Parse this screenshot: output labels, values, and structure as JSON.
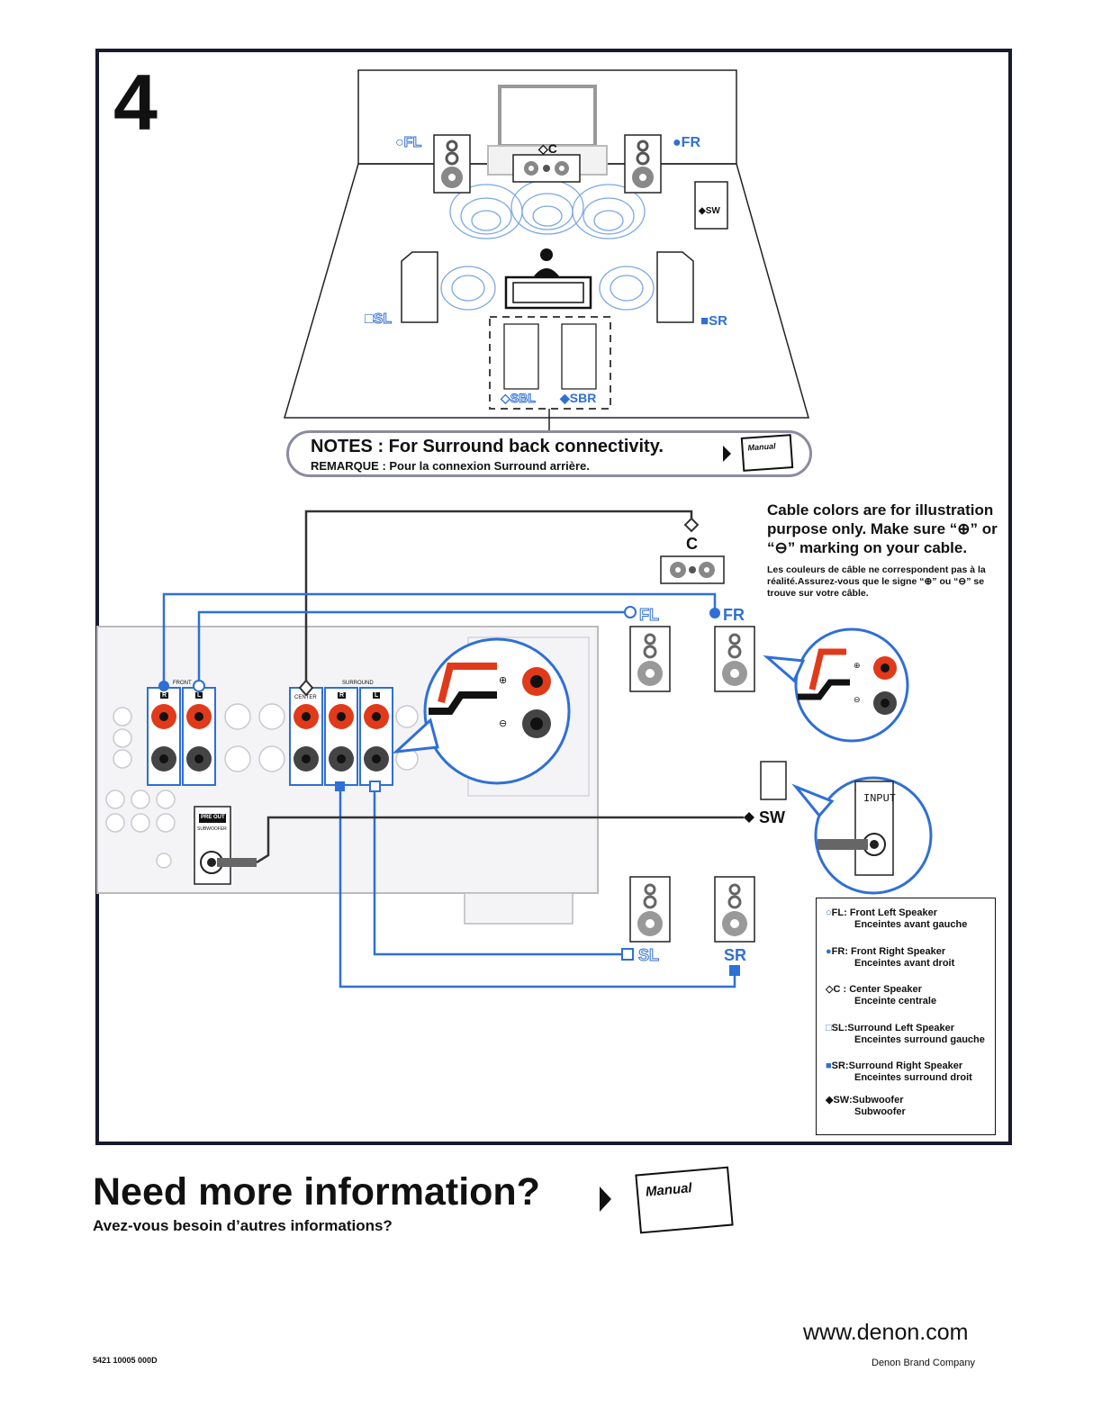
{
  "step_number": "4",
  "room": {
    "labels": {
      "fl": "FL",
      "fr": "FR",
      "c": "C",
      "sw": "SW",
      "sl": "SL",
      "sr": "SR",
      "sbl": "SBL",
      "sbr": "SBR"
    }
  },
  "notes": {
    "title": "NOTES : For Surround back connectivity.",
    "subtitle": "REMARQUE : Pour la connexion Surround arrière.",
    "manual_label": "Manual"
  },
  "cable_note": {
    "en": "Cable colors are for illustration purpose only. Make sure “⊕” or “⊖” marking on your cable.",
    "fr": "Les couleurs de câble ne correspondent pas à la réalité.Assurez-vous que le signe “⊕” ou “⊖” se trouve sur votre câble."
  },
  "wiring": {
    "c": "C",
    "fl": "FL",
    "fr": "FR",
    "sw": "SW",
    "sl": "SL",
    "sr": "SR",
    "input": "INPUT",
    "front": "FRONT",
    "surround": "SURROUND",
    "center": "CENTER",
    "r": "R",
    "l": "L",
    "pre_out": "PRE OUT",
    "subwoofer": "SUBWOOFER",
    "plus": "⊕",
    "minus": "⊖"
  },
  "legend": [
    {
      "code": "FL:",
      "en": "Front Left Speaker",
      "fr": "Enceintes avant gauche",
      "marker": "○"
    },
    {
      "code": "FR:",
      "en": "Front Right Speaker",
      "fr": "Enceintes avant droit",
      "marker": "●"
    },
    {
      "code": "C :",
      "en": "Center Speaker",
      "fr": "Enceinte centrale",
      "marker": "◇"
    },
    {
      "code": "SL:",
      "en": "Surround Left Speaker",
      "fr": "Enceintes surround gauche",
      "marker": "□"
    },
    {
      "code": "SR:",
      "en": "Surround Right Speaker",
      "fr": "Enceintes surround droit",
      "marker": "■"
    },
    {
      "code": "SW:",
      "en": "Subwoofer",
      "fr": "Subwoofer",
      "marker": "◆"
    }
  ],
  "footer": {
    "title": "Need more information?",
    "subtitle": "Avez-vous besoin d’autres informations?",
    "manual_label": "Manual",
    "url": "www.denon.com",
    "brand": "Denon Brand Company",
    "code": "5421 10005 000D"
  },
  "colors": {
    "blue": "#2f6fd6",
    "red": "#e03a1a",
    "dark": "#111111",
    "frame": "#1a1a2e"
  }
}
